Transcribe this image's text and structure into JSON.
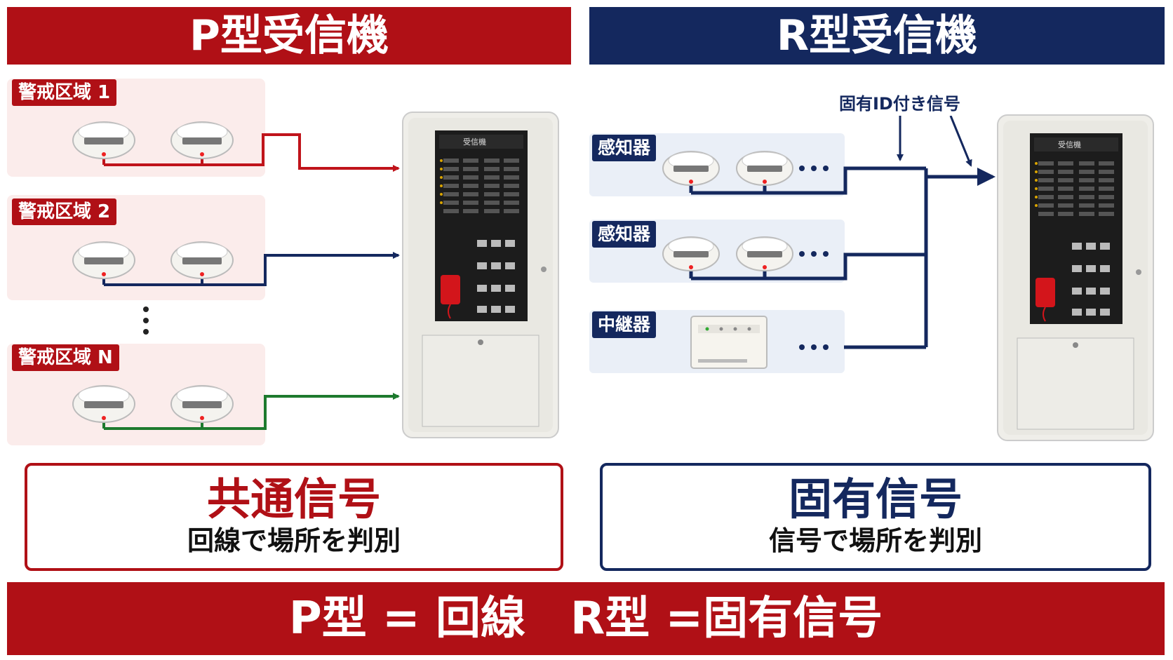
{
  "left": {
    "title": "P型受信機",
    "zones": [
      {
        "label": "警戒区域 1",
        "line_color": "#c0141b"
      },
      {
        "label": "警戒区域 2",
        "line_color": "#14285e"
      },
      {
        "label": "警戒区域 N",
        "line_color": "#1d7a2e"
      }
    ],
    "summary_title": "共通信号",
    "summary_sub": "回線で場所を判別",
    "accent": "#b01016"
  },
  "right": {
    "title": "R型受信機",
    "callout": "固有ID付き信号",
    "rows": [
      {
        "label": "感知器"
      },
      {
        "label": "感知器"
      },
      {
        "label": "中継器"
      }
    ],
    "summary_title": "固有信号",
    "summary_sub": "信号で場所を判別",
    "accent": "#14285e"
  },
  "footer": "P型 = 回線　R型 =固有信号",
  "panel_label": "受信機",
  "icons": {
    "detector": "smoke-detector-icon",
    "panel": "fire-alarm-panel-icon",
    "relay": "relay-unit-icon"
  }
}
